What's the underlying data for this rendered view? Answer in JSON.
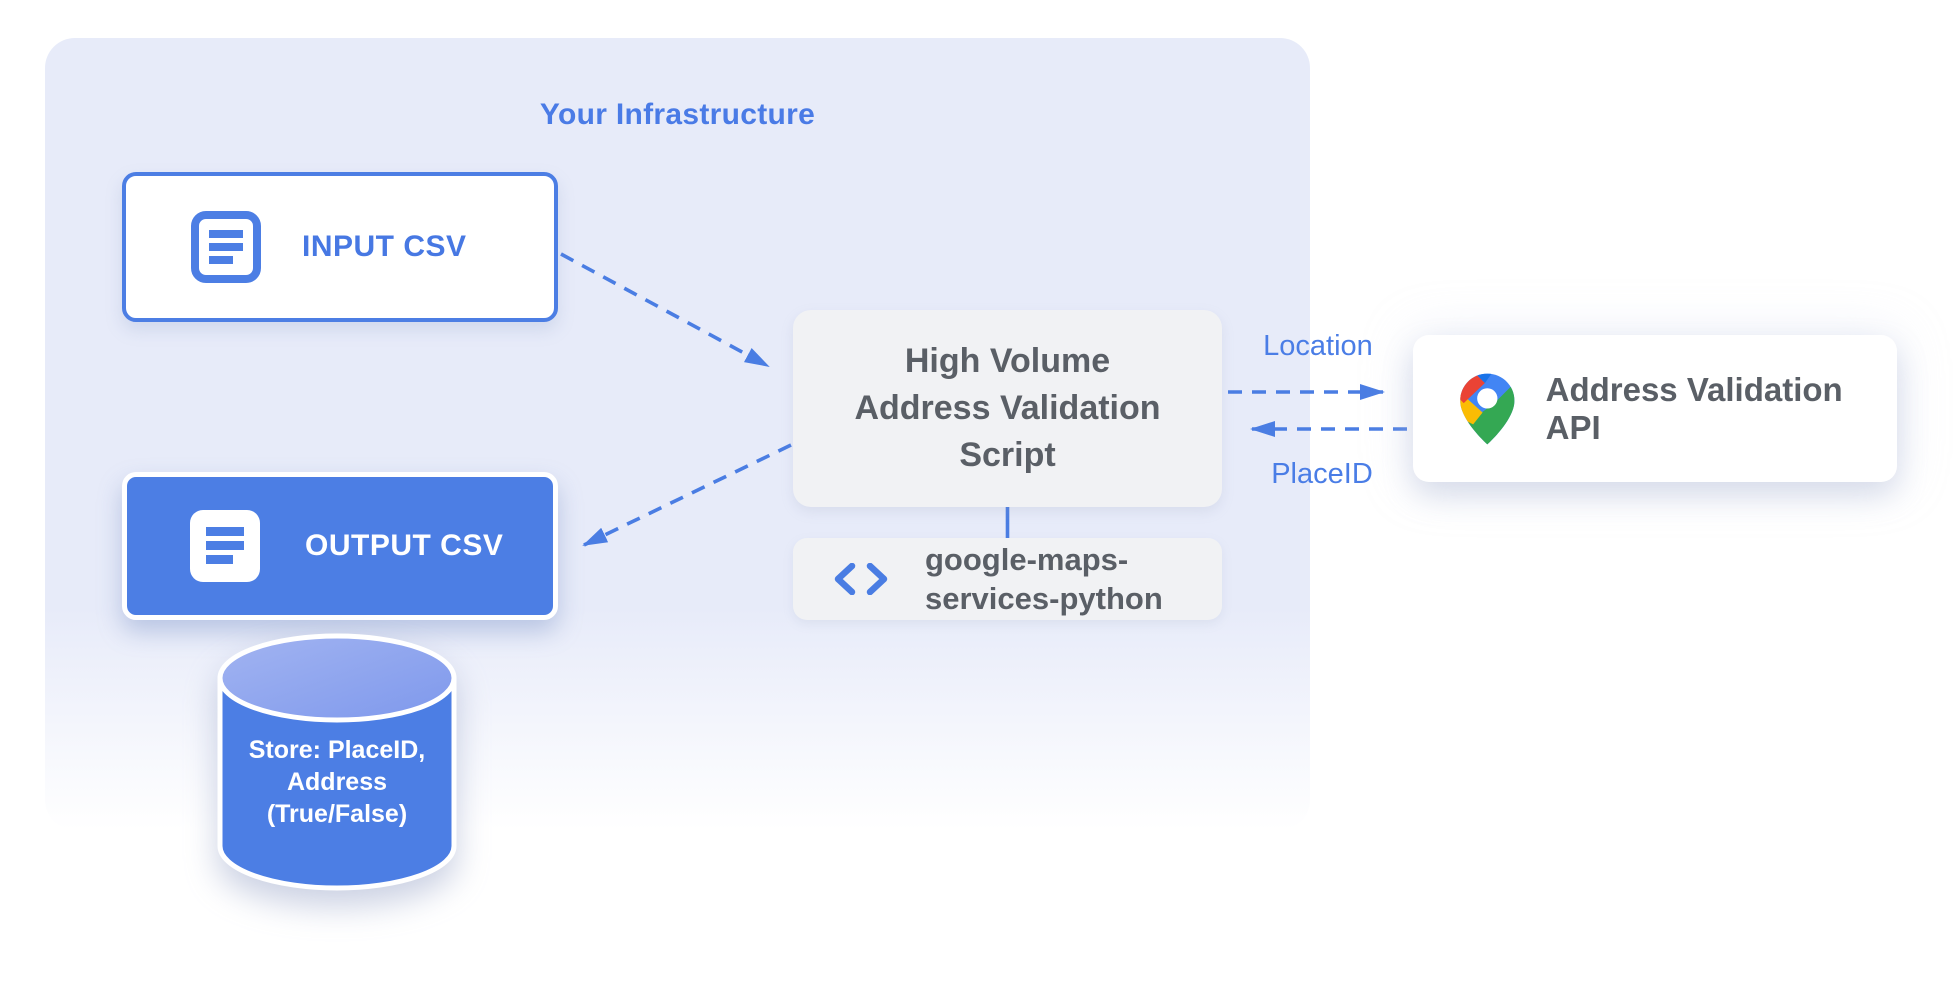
{
  "diagram_title": "Your Infrastructure",
  "colors": {
    "accent_blue": "#4c7ee4",
    "label_blue": "#4a7de6",
    "container_fill": "#e7ebf9",
    "gray_box_fill": "#f1f2f4",
    "dark_gray_text": "#5a5f66",
    "pin_red": "#ea4335",
    "pin_blue": "#4285f4",
    "pin_dark_blue": "#1a73e8",
    "pin_yellow": "#fbbc04",
    "pin_green": "#34a853"
  },
  "nodes": {
    "input_csv": {
      "label": "INPUT CSV",
      "icon": "document-icon"
    },
    "output_csv": {
      "label": "OUTPUT CSV",
      "icon": "document-icon"
    },
    "datastore": {
      "lines": [
        "Store: PlaceID,",
        "Address",
        "(True/False)"
      ],
      "icon": "database-cylinder"
    },
    "script": {
      "lines": [
        "High Volume",
        "Address Validation",
        "Script"
      ]
    },
    "library": {
      "lines": [
        "google-maps-",
        "services-python"
      ],
      "icon": "code-icon"
    },
    "api": {
      "label": "Address Validation API",
      "icon": "google-maps-pin-icon"
    }
  },
  "edges": {
    "input_to_script": {
      "style": "dashed-arrow"
    },
    "script_to_output": {
      "style": "dashed-arrow"
    },
    "script_to_api": {
      "label": "Location",
      "style": "dashed-arrow"
    },
    "api_to_script": {
      "label": "PlaceID",
      "style": "dashed-arrow"
    },
    "script_to_library": {
      "style": "solid-line"
    }
  }
}
